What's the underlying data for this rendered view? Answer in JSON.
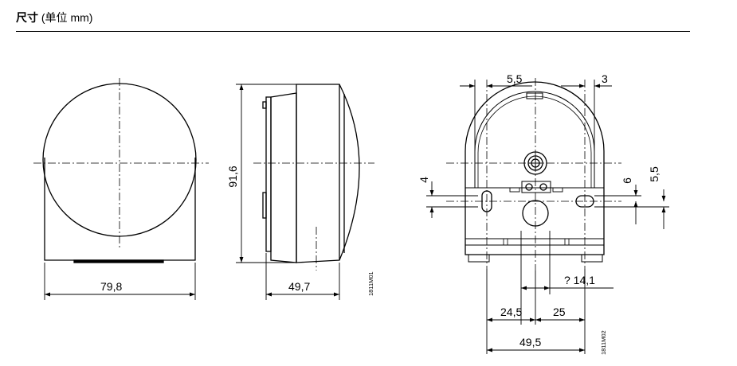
{
  "header": {
    "title": "尺寸",
    "unit": "(单位 mm)"
  },
  "front_view": {
    "width_dim": "79,8"
  },
  "side_view": {
    "height_dim": "91,6",
    "depth_dim": "49,7",
    "drawing_code": "1811M01"
  },
  "base_view": {
    "dim_top_left": "5,5",
    "dim_top_right": "3",
    "dim_left_vertical": "4",
    "dim_right_6": "6",
    "dim_right_5_5": "5,5",
    "dim_offset": "? 14,1",
    "dim_24_5": "24,5",
    "dim_25": "25",
    "dim_49_5": "49,5",
    "drawing_code": "1811M02"
  }
}
